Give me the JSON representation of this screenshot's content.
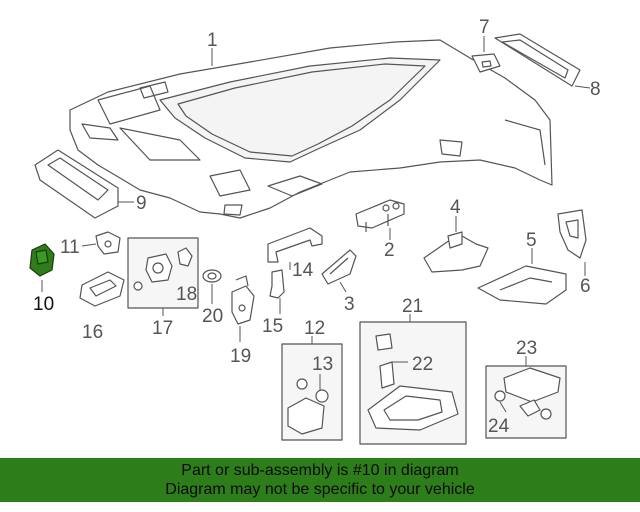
{
  "callouts": {
    "c1": "1",
    "c2": "2",
    "c3": "3",
    "c4": "4",
    "c5": "5",
    "c6": "6",
    "c7": "7",
    "c8": "8",
    "c9": "9",
    "c10": "10",
    "c11": "11",
    "c12": "12",
    "c13": "13",
    "c14": "14",
    "c15": "15",
    "c16": "16",
    "c17": "17",
    "c18": "18",
    "c19": "19",
    "c20": "20",
    "c21": "21",
    "c22": "22",
    "c23": "23",
    "c24": "24"
  },
  "highlight_part": "10",
  "colors": {
    "highlight": "#2e7d1b",
    "banner": "#2e7d1b",
    "line": "#555555"
  },
  "banner": {
    "line1": "Part or sub-assembly is #10 in diagram",
    "line2": "Diagram may not be specific to your vehicle"
  }
}
